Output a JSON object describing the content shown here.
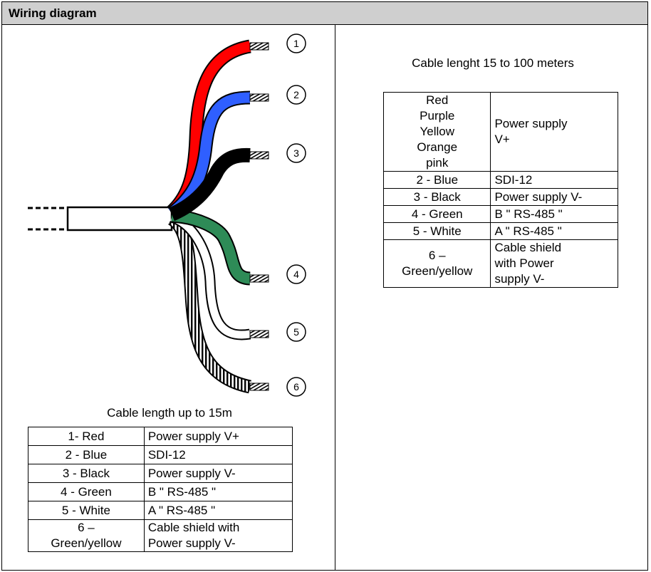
{
  "header": {
    "title": "Wiring diagram"
  },
  "wire_labels": [
    "1",
    "2",
    "3",
    "4",
    "5",
    "6"
  ],
  "left_table": {
    "caption": "Cable length up to 15m",
    "rows": [
      {
        "wire": "1- Red",
        "function": "Power supply V+"
      },
      {
        "wire": "2 - Blue",
        "function": "SDI-12"
      },
      {
        "wire": "3 - Black",
        "function": "Power supply V-"
      },
      {
        "wire": "4 - Green",
        "function": "B \" RS-485 \""
      },
      {
        "wire": "5 - White",
        "function": "A \" RS-485 \""
      },
      {
        "wire_lines": [
          "6 –",
          "Green/yellow"
        ],
        "function_lines": [
          "Cable shield with",
          "Power supply V-"
        ]
      }
    ]
  },
  "right_table": {
    "caption": "Cable lenght 15 to 100 meters",
    "rows": [
      {
        "wire_lines": [
          "Red",
          "Purple",
          "Yellow",
          "Orange",
          "pink"
        ],
        "function_lines": [
          "Power supply",
          "V+"
        ]
      },
      {
        "wire": "2 - Blue",
        "function": "SDI-12"
      },
      {
        "wire": "3 - Black",
        "function": "Power supply V-"
      },
      {
        "wire": "4 - Green",
        "function": "B \" RS-485 \""
      },
      {
        "wire": "5 - White",
        "function": "A \" RS-485 \""
      },
      {
        "wire_lines": [
          "6 –",
          "Green/yellow"
        ],
        "function_lines": [
          "Cable shield",
          "with Power",
          "supply V-"
        ]
      }
    ]
  },
  "colors": {
    "title_bar": "#cfcfcf",
    "wire_red": "#ff0000",
    "wire_blue": "#2f5fff",
    "wire_black": "#000000",
    "wire_green": "#2e8b57",
    "wire_white": "#ffffff",
    "wire_shield": "striped black/white"
  }
}
